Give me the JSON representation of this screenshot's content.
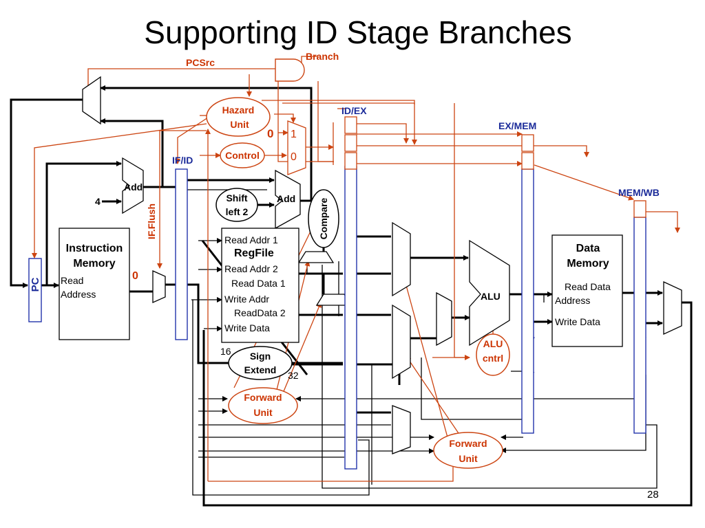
{
  "title": "Supporting ID Stage Branches",
  "page_number": "28",
  "labels": {
    "branch": "Branch",
    "pcsrc": "PCSrc",
    "hazard_unit": [
      "Hazard",
      "Unit"
    ],
    "control": "Control",
    "mux_one": "1",
    "mux_zero": "0",
    "zero_red": "0",
    "if_id": "IF/ID",
    "id_ex": "ID/EX",
    "ex_mem": "EX/MEM",
    "mem_wb": "MEM/WB",
    "add_top": "Add",
    "add_branch": "Add",
    "four": "4",
    "shift_left": [
      "Shift",
      "left 2"
    ],
    "compare": "Compare",
    "if_flush": "IF.Flush",
    "pc": "PC",
    "instr_mem": [
      "Instruction",
      "Memory"
    ],
    "read_address": [
      "Read",
      "Address"
    ],
    "zero_mux": "0",
    "regfile": "RegFile",
    "read_addr_1": "Read Addr 1",
    "read_addr_2": "Read Addr 2",
    "read_data_1": "Read Data 1",
    "write_addr": "Write Addr",
    "read_data_2": "ReadData 2",
    "write_data": "Write Data",
    "sixteen": "16",
    "thirtytwo": "32",
    "sign_extend": [
      "Sign",
      "Extend"
    ],
    "forward_unit_id": [
      "Forward",
      "Unit"
    ],
    "forward_unit_ex": [
      "Forward",
      "Unit"
    ],
    "alu": "ALU",
    "alu_cntrl": [
      "ALU",
      "cntrl"
    ],
    "data_memory": [
      "Data",
      "Memory"
    ],
    "dm_read_data": "Read Data",
    "dm_address": "Address",
    "dm_write_data": "Write Data"
  },
  "colors": {
    "control_red": "#cc4411",
    "register_blue": "#2233aa",
    "datapath": "#000000"
  }
}
